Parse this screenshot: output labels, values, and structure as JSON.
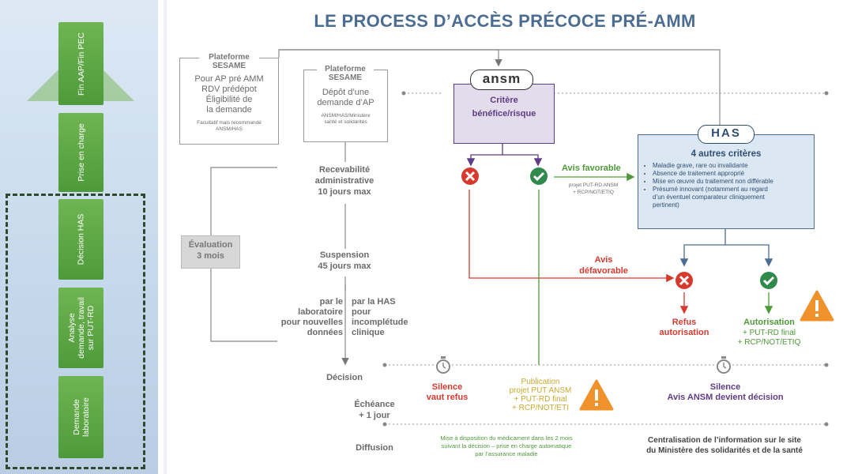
{
  "title": "LE PROCESS D’ACCÈS PRÉCOCE PRÉ-AMM",
  "left_steps": [
    {
      "label": "Fin AAP/Fin PEC"
    },
    {
      "label": "Prise en charge"
    },
    {
      "label": "Décision HAS"
    },
    {
      "label": "Analyse\ndemande, travail\nsur PUT-RD"
    },
    {
      "label": "Demande\nlaboratoire"
    }
  ],
  "sesame1": {
    "header": "Plateforme\nSESAME",
    "body": "Pour AP pré AMM\nRDV prédépot\nÉligibilité de\nla demande",
    "note": "Facultatif mais recommandé\nANSM/HAS"
  },
  "sesame2": {
    "header": "Plateforme\nSESAME",
    "body": "Dépôt d’une\ndemande d’AP",
    "note": "ANSM/HAS/Ministère\nsanté et solidarités"
  },
  "ansm": {
    "logo": "ansm",
    "label": "Critère\nbénéfice/risque"
  },
  "has": {
    "logo": "HAS",
    "label": "4 autres critères",
    "criteria": [
      "Maladie grave, rare ou invalidante",
      "Absence de traitement approprié",
      "Mise en œuvre du traitement non différable",
      "Présumé innovant (notamment au regard\nd’un éventuel comparateur cliniquement\npertinent)"
    ]
  },
  "recevabilite": "Recevabilité\nadministrative\n10 jours max",
  "evaluation": "Évaluation\n3 mois",
  "suspension": "Suspension\n45 jours max",
  "par_labo": "par le\nlaboratoire\npour nouvelles\ndonnées",
  "par_has": "par la HAS\npour\nincomplétude\nclinique",
  "avis_favorable": "Avis favorable",
  "projet_put": "projet PUT-RD ANSM\n+ RCP/NOT/ETIQ",
  "avis_defavorable": "Avis\ndéfavorable",
  "refus": "Refus\nautorisation",
  "autorisation": "Autorisation",
  "autorisation_detail": "+ PUT-RD final\n+ RCP/NOT/ETIQ",
  "decision": "Décision",
  "echeance": "Échéance\n+ 1 jour",
  "diffusion": "Diffusion",
  "silence_refus": "Silence\nvaut refus",
  "publication": "Publication\nprojet PUT ANSM\n+ PUT-RD final\n+ RCP/NOT/ETI",
  "silence_ansm": "Silence\nAvis ANSM devient décision",
  "mise_dispo": "Mise à disposition du médicament dans les 2 mois\nsuivant la décision – prise en charge automatique\npar l’assurance maladie",
  "centralisation": "Centralisation de l’information sur le site\ndu Ministère des solidarités et de la santé",
  "colors": {
    "title": "#4b6d91",
    "green": "#4e9a3a",
    "red": "#d63a2f",
    "purple": "#5f3c83",
    "orange": "#f0922b",
    "has_box": "#dbe8f3",
    "gray_box": "#d7d7d7"
  },
  "icons": [
    "check-icon",
    "cross-icon",
    "warning-icon",
    "clock-icon"
  ]
}
